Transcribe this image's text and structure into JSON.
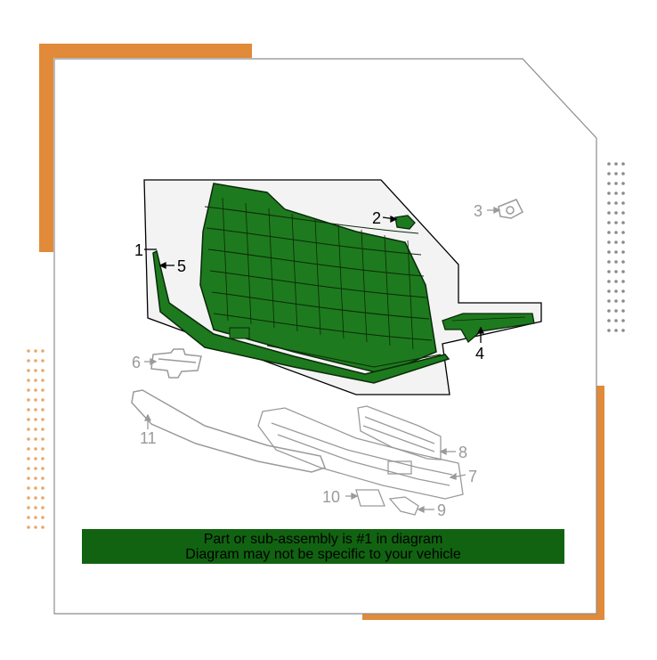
{
  "diagram": {
    "callouts": [
      {
        "id": "1",
        "highlighted": true
      },
      {
        "id": "2",
        "highlighted": true
      },
      {
        "id": "3",
        "highlighted": false
      },
      {
        "id": "4",
        "highlighted": true
      },
      {
        "id": "5",
        "highlighted": true
      },
      {
        "id": "6",
        "highlighted": false
      },
      {
        "id": "7",
        "highlighted": false
      },
      {
        "id": "8",
        "highlighted": false
      },
      {
        "id": "9",
        "highlighted": false
      },
      {
        "id": "10",
        "highlighted": false
      },
      {
        "id": "11",
        "highlighted": false
      }
    ],
    "colors": {
      "highlight_part": "#1e7a1e",
      "highlight_outline": "#0a2a0a",
      "panel_fill": "#f3f3f3",
      "dim_part": "#9a9a9a",
      "accent_orange": "#e08a3a",
      "dots_gray": "#8a8a8a",
      "dots_orange": "#e8a86a",
      "banner_bg": "#116311"
    }
  },
  "banner": {
    "line1": "Part or sub-assembly is #1 in diagram",
    "line2": "Diagram may not be specific to your vehicle"
  }
}
